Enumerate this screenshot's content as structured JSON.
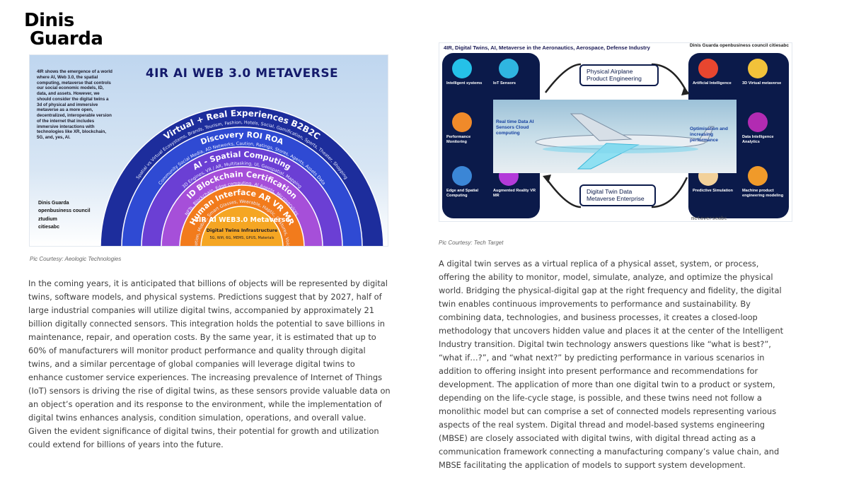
{
  "logo": {
    "line1": "Dinis",
    "line2": "Guarda"
  },
  "left_figure": {
    "title": "4IR AI WEB 3.0 METAVERSE",
    "side_text": "4IR shows the emergence of a world where AI, Web 3.0, the spatial computing, metaverse that controls our social economic models, ID, data, and assets. However, we should consider the digital twins a 3d of physical and immersive metaverse as a more open, decentralized, interoperable version of the internet that includes immersive interactions with technologies like XR, blockchain, 5G, and, yes, AI.",
    "logos": [
      "Dinis Guarda",
      "openbusiness council",
      "ztudium",
      "citiesabc"
    ],
    "arcs": [
      {
        "label": "Virtual + Real Experiences B2B2C",
        "sub": "Spatial vs Virtual Ecosystems, Brands, Tourism, Fashion, Hotels, Social, Gamification, Sports, Theater, Shopping",
        "color": "#1d2d9c"
      },
      {
        "label": "Discovery ROI ROA",
        "sub": "Community Social Media, AD Networks, Caution, Ratings, Stores, Agents, Assets Data",
        "color": "#2f4ad3"
      },
      {
        "label": "AI - Spatial Computing",
        "sub": "3D Engines, VR / AR, Multitasking, UI, Geospatial, Mapping",
        "color": "#6b3fd4"
      },
      {
        "label": "ID Blockchain Certification",
        "sub": "NFTs, Blockchain, Edge computing, AI Agents, Microservices",
        "color": "#a64fd9"
      },
      {
        "label": "Human Interface AR VR MR",
        "sub": "Motion, Mobile, Smart Glasses, Wearable, Haptic, Gestures, Voice",
        "color": "#f27b1c"
      },
      {
        "label": "4IR AI WEB3.0 Metaverse",
        "sub": "Digital Twins Infrastructure",
        "color": "#f5a623"
      }
    ],
    "core_small": "5G, Wifi, 6G, MEMS, GPUS, Materials"
  },
  "left_caption": "Pic Courtesy: Aeologic Technologies",
  "right_figure": {
    "title": "4IR, Digital Twins, AI, Metaverse in the Aeronautics, Aerospace, Defense Industry",
    "logos": "Dinis Guarda  openbusiness council  citiesabc",
    "left_cells": [
      {
        "label": "Intelligent systems",
        "color": "#25c1e8"
      },
      {
        "label": "IoT Sensors",
        "color": "#2fb5e0"
      },
      {
        "label": "Performance Monitoring",
        "color": "#f08a2a"
      },
      {
        "label": "Edge and Spatial Computing",
        "color": "#3b86d6"
      },
      {
        "label": "Augmented Reality VR MR",
        "color": "#b33ad9"
      }
    ],
    "right_cells": [
      {
        "label": "Artificial Intelligence",
        "color": "#e8462f"
      },
      {
        "label": "3D Virtual metaverse",
        "color": "#f2c23a"
      },
      {
        "label": "Data Intelligence Analytics",
        "color": "#b22bb2"
      },
      {
        "label": "Machine product engineering modeling",
        "color": "#f09a2a"
      },
      {
        "label": "Predictive Simulation",
        "color": "#f2d19a"
      }
    ],
    "top_box": "Physical Airplane Product Engineering",
    "bottom_box": "Digital Twin Data Metaverse Enterprise",
    "left_mid": "Real time Data AI Sensors Cloud computing",
    "right_mid": "Optimisation and increasing performance",
    "footer_tag": "metaverseabc"
  },
  "right_caption": "Pic Courtesy: Tech Target",
  "left_paragraph": "In the coming years, it is anticipated that billions of objects will be represented by digital twins, software models, and physical systems. Predictions suggest that by 2027, half of large industrial companies will utilize digital twins, accompanied by approximately 21 billion digitally connected sensors. This integration holds the potential to save billions in maintenance, repair, and operation costs. By the same year, it is estimated that up to 60% of manufacturers will monitor product performance and quality through digital twins, and a similar percentage of global companies will leverage digital twins to enhance customer service experiences. The increasing prevalence of Internet of Things (IoT) sensors is driving the rise of digital twins, as these sensors provide valuable data on an object’s operation and its response to the environment, while the implementation of digital twins enhances analysis, condition simulation, operations, and overall value. Given the evident significance of digital twins, their potential for growth and utilization could extend for billions of years into the future.",
  "right_paragraph": "A digital twin serves as a virtual replica of a physical asset, system, or process, offering the ability to monitor, model, simulate, analyze, and optimize the physical world. Bridging the physical-digital gap at the right frequency and fidelity, the digital twin enables continuous improvements to performance and sustainability. By combining data, technologies, and business processes, it creates a closed-loop methodology that uncovers hidden value and places it at the center of the Intelligent Industry transition. Digital twin technology answers questions like “what is best?”, “what if…?”, and “what next?” by predicting performance in various scenarios in addition to offering insight into present performance and recommendations for development. The application of more than one digital twin to a product or system, depending on the life-cycle stage, is possible, and these twins need not follow a monolithic model but can comprise a set of connected models representing various aspects of the real system. Digital thread and model-based systems engineering (MBSE) are closely associated with digital twins, with digital thread acting as a communication framework connecting a manufacturing company’s value chain, and MBSE facilitating the application of models to support system development."
}
